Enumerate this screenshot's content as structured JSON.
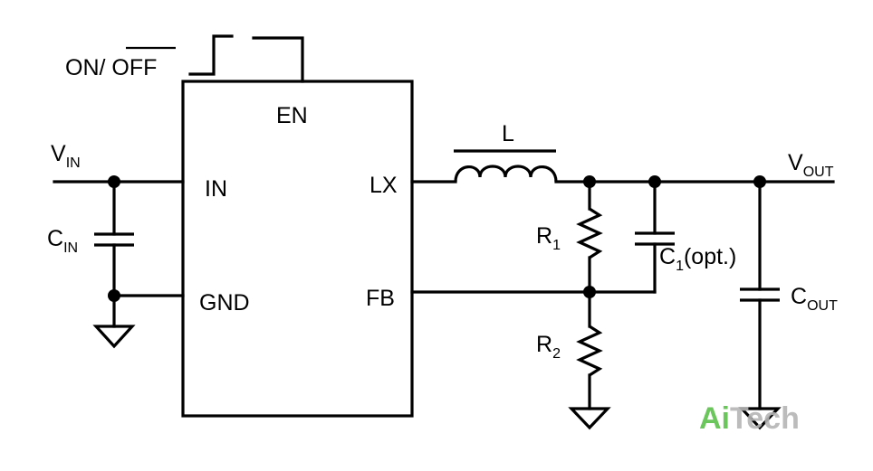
{
  "labels": {
    "on_off_on": "ON/ ",
    "on_off_off": "OFF",
    "en": "EN",
    "vin_main": "V",
    "vin_sub": "IN",
    "cin_main": "C",
    "cin_sub": "IN",
    "in_pin": "IN",
    "gnd_pin": "GND",
    "lx_pin": "LX",
    "fb_pin": "FB",
    "inductor": "L",
    "r1_main": "R",
    "r1_sub": "1",
    "r2_main": "R",
    "r2_sub": "2",
    "c1_main": "C",
    "c1_sub": "1",
    "c1_suffix": "(opt.)",
    "vout_main": "V",
    "vout_sub": "OUT",
    "cout_main": "C",
    "cout_sub": "OUT"
  },
  "watermark": {
    "part1": "Ai",
    "part2": "Tech",
    "color1": "#5cc04a",
    "color2": "#b5b5b5"
  }
}
